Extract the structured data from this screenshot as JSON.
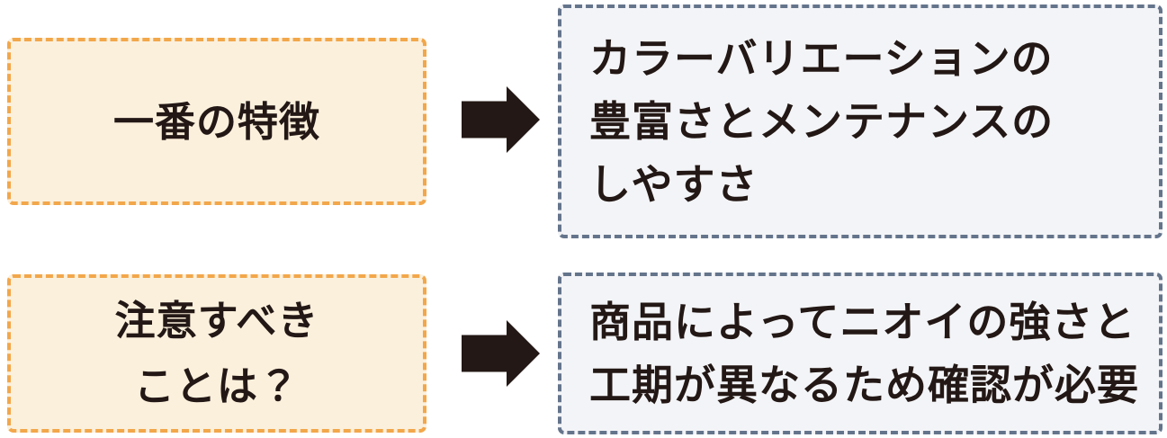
{
  "colors": {
    "canvas_bg": "#FFFFFF",
    "question_box_bg": "#FBF0DC",
    "question_box_border": "#F2A74B",
    "answer_box_bg": "#F3F4F7",
    "answer_box_border": "#64748B",
    "text": "#231815",
    "arrow": "#231815"
  },
  "rows": [
    {
      "question_lines": [
        "一番の特徴"
      ],
      "answer_lines": [
        "カラーバリエーションの",
        "豊富さとメンテナンスの",
        "しやすさ"
      ]
    },
    {
      "question_lines": [
        "注意すべき",
        "ことは？"
      ],
      "answer_lines": [
        "商品によってニオイの強さと",
        "工期が異なるため確認が必要"
      ]
    }
  ]
}
